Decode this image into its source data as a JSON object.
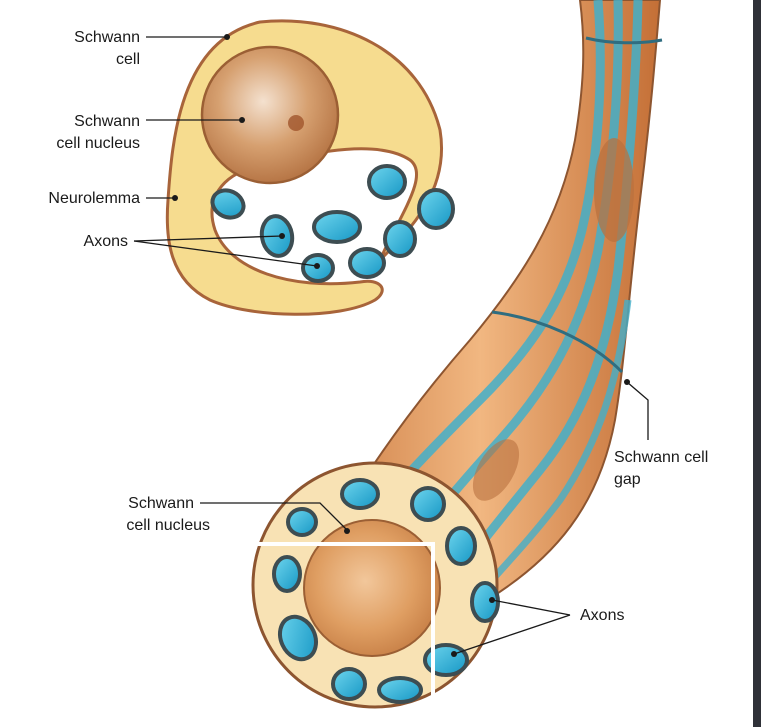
{
  "labels": {
    "top_schwann_cell": [
      "Schwann",
      "cell"
    ],
    "top_schwann_nucleus": [
      "Schwann",
      "cell nucleus"
    ],
    "top_neurolemma": "Neurolemma",
    "top_axons": "Axons",
    "gap": [
      "Schwann cell",
      "gap"
    ],
    "bottom_schwann_nucleus": [
      "Schwann",
      "cell nucleus"
    ],
    "bottom_axons": "Axons"
  },
  "colors": {
    "schwann_cytoplasm": "#f6dc8f",
    "membrane": "#a8643a",
    "nucleus": "#c98a55",
    "axon": "#2bb3d6",
    "nerve_body": "#e8a66a",
    "right_border": "#2f3138"
  }
}
